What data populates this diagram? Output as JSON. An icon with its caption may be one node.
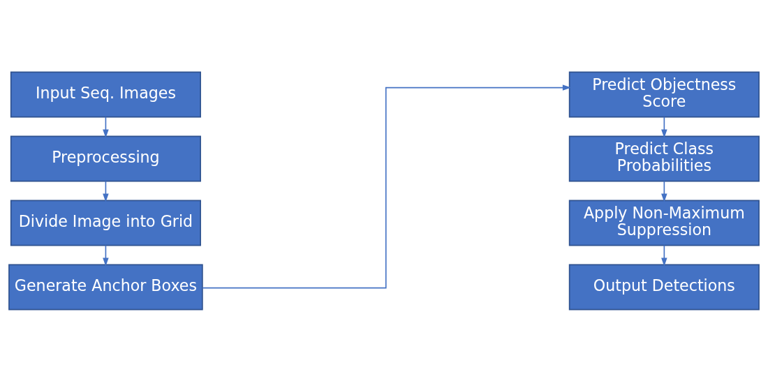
{
  "diagram": {
    "nodes": [
      {
        "text": [
          "Input Seq. Images"
        ]
      },
      {
        "text": [
          "Preprocessing"
        ]
      },
      {
        "text": [
          "Divide Image into Grid"
        ]
      },
      {
        "text": [
          "Generate Anchor Boxes"
        ]
      },
      {
        "text": [
          "Predict Objectness Score"
        ]
      },
      {
        "text": [
          "Predict Class Probabilities"
        ]
      },
      {
        "text": [
          "Apply Non-Maximum Suppression"
        ]
      },
      {
        "text": [
          "Output Detections"
        ]
      }
    ],
    "edges": [
      {
        "from": 0,
        "to": 1,
        "arrow": "to"
      },
      {
        "from": 1,
        "to": 2,
        "arrow": "to"
      },
      {
        "from": 2,
        "to": 3,
        "arrow": "to"
      },
      {
        "from": 3,
        "to": 4,
        "arrow": "to"
      },
      {
        "from": 4,
        "to": 5,
        "arrow": "to"
      },
      {
        "from": 5,
        "to": 6,
        "arrow": "to"
      },
      {
        "from": 6,
        "to": 7,
        "arrow": "to"
      }
    ]
  }
}
